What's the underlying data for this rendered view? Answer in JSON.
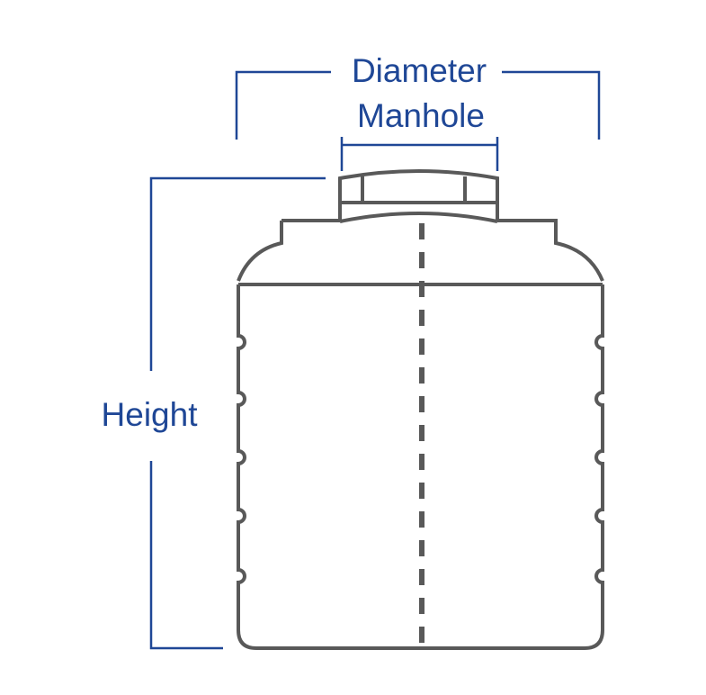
{
  "labels": {
    "diameter": "Diameter",
    "manhole": "Manhole",
    "height": "Height"
  },
  "colors": {
    "dimension": "#1f4796",
    "tank": "#595959"
  }
}
